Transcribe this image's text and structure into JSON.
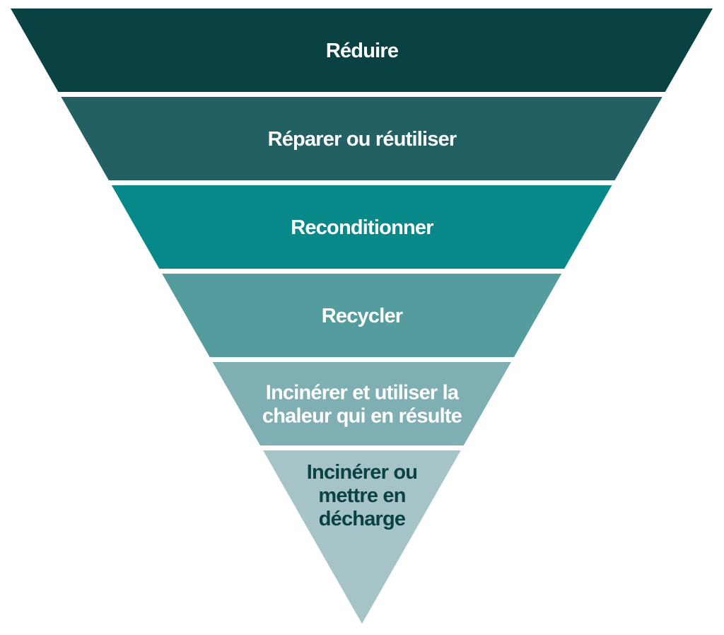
{
  "title": "Waste hierarchy inverted pyramid",
  "levels": [
    {
      "lines": [
        "Réduire"
      ],
      "color": "#0a4143",
      "text_color": "#ffffff"
    },
    {
      "lines": [
        "Réparer ou réutiliser"
      ],
      "color": "#236063",
      "text_color": "#ffffff"
    },
    {
      "lines": [
        "Reconditionner"
      ],
      "color": "#07898a",
      "text_color": "#ffffff"
    },
    {
      "lines": [
        "Recycler"
      ],
      "color": "#559c9f",
      "text_color": "#ffffff"
    },
    {
      "lines": [
        "Incinérer et utiliser la",
        "chaleur qui en résulte"
      ],
      "color": "#7fafb2",
      "text_color": "#ffffff"
    },
    {
      "lines": [
        "Incinérer ou",
        "mettre en",
        "décharge"
      ],
      "color": "#a6c4c7",
      "text_color": "#0a4143"
    }
  ]
}
